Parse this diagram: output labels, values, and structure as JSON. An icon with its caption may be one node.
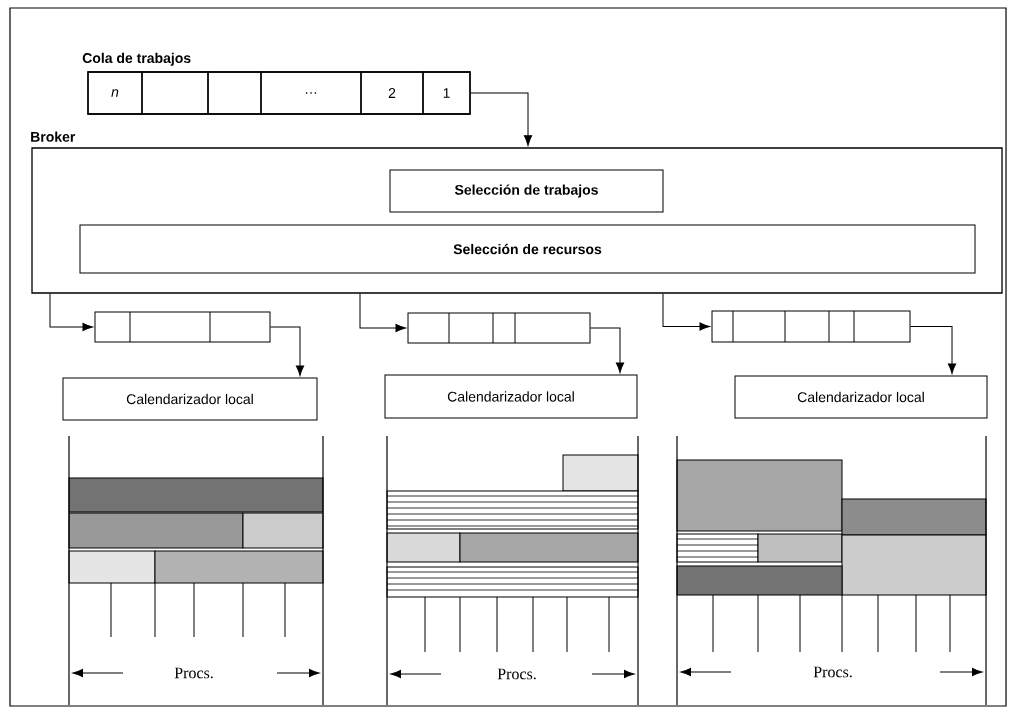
{
  "diagram": {
    "nodes": [
      {
        "text": [
          "Cola de trabajos"
        ]
      },
      {
        "text": [
          "n"
        ],
        "in": 0
      },
      {
        "text": [],
        "shape": "box",
        "in": 0
      },
      {
        "text": [],
        "shape": "box",
        "in": 0
      },
      {
        "text": [
          "…"
        ],
        "in": 0
      },
      {
        "text": [
          "2"
        ],
        "in": 0
      },
      {
        "text": [
          "1"
        ],
        "in": 0
      },
      {
        "text": [
          "Broker"
        ]
      },
      {
        "text": [
          "Selección de trabajos"
        ],
        "in": 7
      },
      {
        "text": [
          "Selección de recursos"
        ],
        "in": 7
      },
      {
        "text": [],
        "shape": "box"
      },
      {
        "text": [],
        "shape": "box"
      },
      {
        "text": [],
        "shape": "box"
      },
      {
        "text": [
          "Calendarizador local"
        ]
      },
      {
        "text": [
          "Calendarizador local"
        ]
      },
      {
        "text": [
          "Calendarizador local"
        ]
      }
    ],
    "edges": [
      {
        "from": 0,
        "to": 7,
        "arrow": "to"
      },
      {
        "from": 7,
        "to": 10,
        "arrow": "to"
      },
      {
        "from": 7,
        "to": 11,
        "arrow": "to"
      },
      {
        "from": 7,
        "to": 12,
        "arrow": "to"
      },
      {
        "from": 10,
        "to": 13,
        "arrow": "to"
      },
      {
        "from": 11,
        "to": 14,
        "arrow": "to"
      },
      {
        "from": 12,
        "to": 15,
        "arrow": "to"
      }
    ],
    "labels": [
      "Procs.",
      "Procs.",
      "Procs."
    ]
  }
}
